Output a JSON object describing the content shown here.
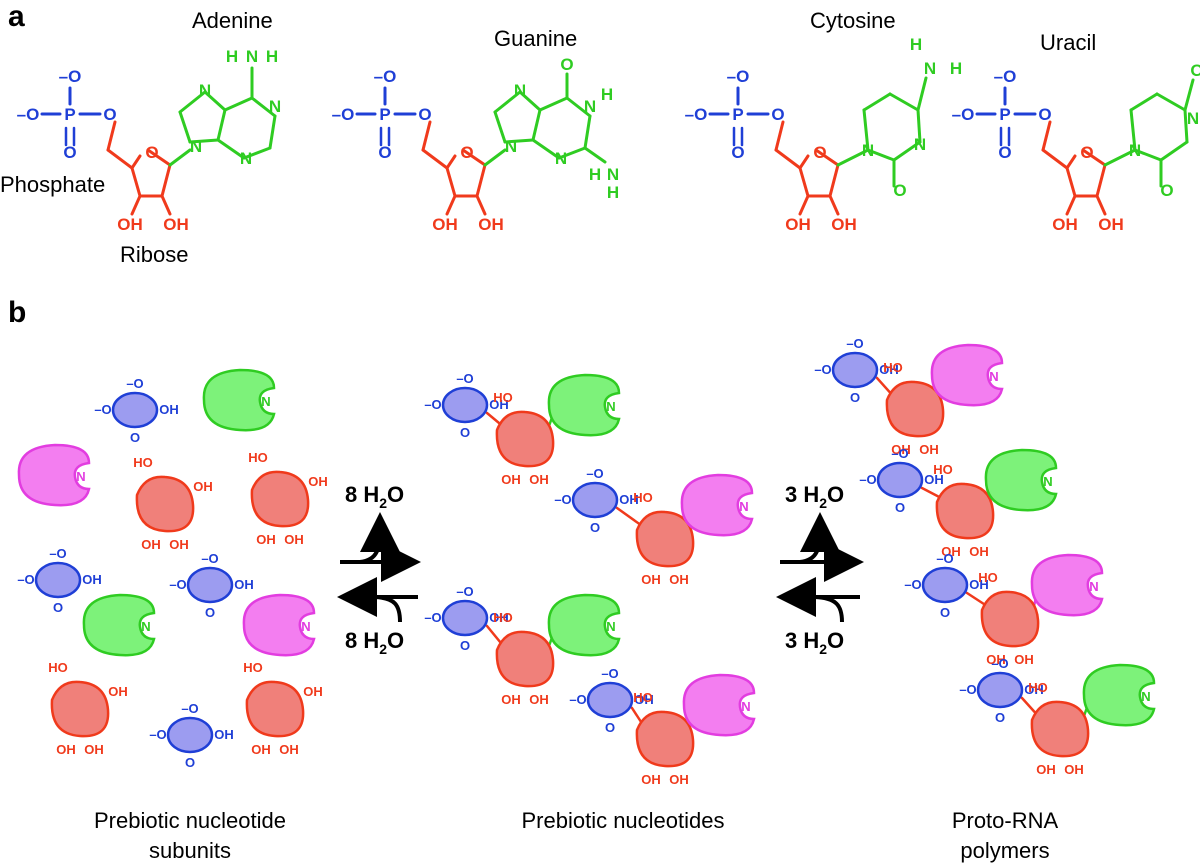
{
  "panel_a": {
    "label": "a",
    "bases": [
      "Adenine",
      "Guanine",
      "Cytosine",
      "Uracil"
    ],
    "part_labels": {
      "phosphate": "Phosphate",
      "ribose": "Ribose"
    }
  },
  "panel_b": {
    "label": "b",
    "captions": {
      "left_line1": "Prebiotic nucleotide",
      "left_line2": "subunits",
      "middle": "Prebiotic nucleotides",
      "right_line1": "Proto-RNA",
      "right_line2": "polymers"
    },
    "reaction1": {
      "forward_water": "8 H",
      "reverse_water": "8 H",
      "subscript": "2",
      "tail": "O"
    },
    "reaction2": {
      "forward_water": "3 H",
      "reverse_water": "3 H",
      "subscript": "2",
      "tail": "O"
    }
  },
  "colors": {
    "phosphate": "#1f3fd6",
    "ribose": "#f03a1c",
    "base_green": "#2fcc22",
    "base_magenta": "#e23de0",
    "phosphate_fill": "#9c9cf0",
    "ribose_fill": "#f0807a",
    "green_fill": "#7df27a",
    "magenta_fill": "#f37ef0"
  }
}
